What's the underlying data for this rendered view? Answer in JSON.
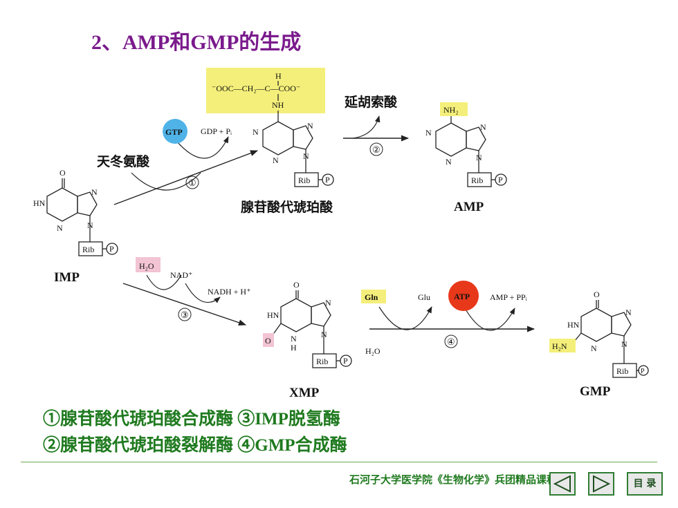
{
  "title": "2、AMP和GMP的生成",
  "legend": {
    "line1": "①腺苷酸代琥珀酸合成酶  ③IMP脱氢酶",
    "line2": "②腺苷酸代琥珀酸裂解酶  ④GMP合成酶"
  },
  "footer": {
    "text": "石河子大学医学院《生物化学》兵团精品课程",
    "menu_label": "目 录"
  },
  "molecules": {
    "imp": "IMP",
    "adenylosuccinate": "腺苷酸代琥珀酸",
    "amp": "AMP",
    "xmp": "XMP",
    "gmp": "GMP"
  },
  "reagents": {
    "aspartate": "天冬氨酸",
    "gtp": "GTP",
    "gdp_pi": "GDP + Pᵢ",
    "fumarate": "延胡索酸",
    "h2o_1": "H₂O",
    "nad": "NAD⁺",
    "nadh": "NADH + H⁺",
    "gln": "Gln",
    "glu": "Glu",
    "atp": "ATP",
    "amp_ppi": "AMP + PPᵢ",
    "h2o_2": "H₂O"
  },
  "steps": {
    "s1": "①",
    "s2": "②",
    "s3": "③",
    "s4": "④"
  },
  "groups": {
    "succinyl": "⁻OOC—CH₂—C—COO⁻",
    "succ_h": "H",
    "nh": "NH",
    "nh2": "NH₂",
    "h2n": "H₂N",
    "o": "O",
    "hn": "HN",
    "n": "N",
    "h": "H",
    "rib": "Rib",
    "p": "P"
  },
  "colors": {
    "title": "#7a1a8c",
    "legend": "#1f7a1f",
    "yellow_highlight": "#f4ef7a",
    "pink_highlight": "#f2c4d4",
    "gtp_fill": "#4fb3e8",
    "atp_fill": "#e8381a"
  }
}
